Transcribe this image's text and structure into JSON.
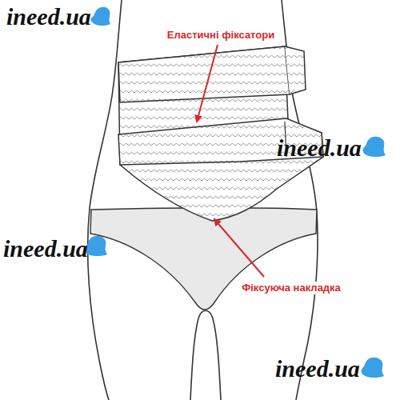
{
  "diagram": {
    "labels": [
      "ineed.ua",
      "Еластичні фіксатори",
      "ineed.ua",
      "ineed.ua",
      "Фіксуюча накладка",
      "ineed.ua"
    ]
  }
}
